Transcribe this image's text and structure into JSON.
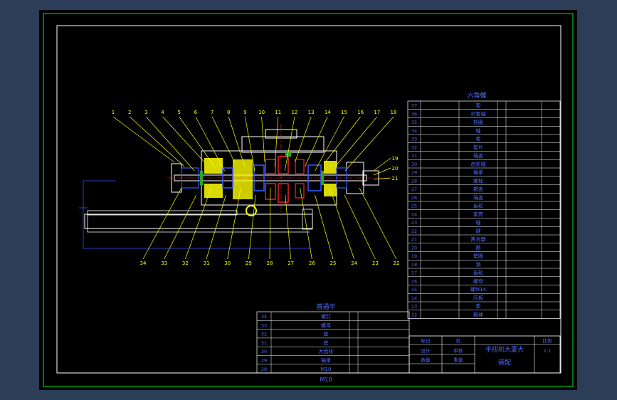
{
  "colors": {
    "background": "#2c3e57",
    "sheet": "#000000",
    "border_outer": "#00cc00",
    "border_inner": "#ffffff",
    "table_lines": "#ffffff",
    "table_text": "#4d6dff",
    "leader": "#ffff00",
    "part_white": "#ffffff",
    "part_yellow": "#ffff00",
    "part_blue": "#3355ff",
    "part_green": "#22aa22",
    "part_red": "#ff2222",
    "dim": "#3355ff"
  },
  "labels": {
    "top_table_title": "六角螺",
    "left_table_title": "普通平",
    "left_table_footer": "M10",
    "title_block_name": "手扭机大厦大",
    "title_block_sub": "装配"
  },
  "balloons_top": [
    "1",
    "2",
    "3",
    "4",
    "5",
    "6",
    "7",
    "8",
    "9",
    "10",
    "11",
    "12",
    "13",
    "14",
    "15",
    "16",
    "17",
    "18"
  ],
  "balloons_right": [
    "19",
    "20",
    "21"
  ],
  "balloons_bottom": [
    "34",
    "33",
    "32",
    "31",
    "30",
    "29",
    "28",
    "27",
    "26",
    "25",
    "24",
    "23",
    "22"
  ],
  "bom_right": {
    "rows": [
      {
        "no": "37",
        "name": "垫"
      },
      {
        "no": "36",
        "name": "衬套轴"
      },
      {
        "no": "35",
        "name": "挡圈"
      },
      {
        "no": "34",
        "name": "轴"
      },
      {
        "no": "33",
        "name": "套"
      },
      {
        "no": "32",
        "name": "垫片"
      },
      {
        "no": "31",
        "name": "端盖"
      },
      {
        "no": "30",
        "name": "齿轮轴"
      },
      {
        "no": "29",
        "name": "轴承"
      },
      {
        "no": "28",
        "name": "螺栓"
      },
      {
        "no": "27",
        "name": "箱盖"
      },
      {
        "no": "26",
        "name": "端盖"
      },
      {
        "no": "25",
        "name": "齿轮"
      },
      {
        "no": "24",
        "name": "套筒"
      },
      {
        "no": "23",
        "name": "轴"
      },
      {
        "no": "22",
        "name": "键"
      },
      {
        "no": "21",
        "name": "离合器"
      },
      {
        "no": "20",
        "name": "圈"
      },
      {
        "no": "19",
        "name": "垫圈"
      },
      {
        "no": "18",
        "name": "销"
      },
      {
        "no": "17",
        "name": "齿轮"
      },
      {
        "no": "16",
        "name": "螺母"
      },
      {
        "no": "15",
        "name": "螺M14"
      },
      {
        "no": "14",
        "name": "压板"
      },
      {
        "no": "13",
        "name": "垫"
      },
      {
        "no": "12",
        "name": "箱体"
      }
    ]
  },
  "bom_left": {
    "rows": [
      {
        "no": "34",
        "name": "螺钉"
      },
      {
        "no": "33",
        "name": "螺母"
      },
      {
        "no": "32",
        "name": "垫"
      },
      {
        "no": "31",
        "name": "底"
      },
      {
        "no": "30",
        "name": "大齿轮"
      },
      {
        "no": "29",
        "name": "轴承"
      },
      {
        "no": "28",
        "name": "M10"
      }
    ]
  },
  "title_block": {
    "cells": [
      "标记",
      "处",
      "设计",
      "审核",
      "比例",
      "1:1",
      "数量",
      "重量"
    ]
  }
}
